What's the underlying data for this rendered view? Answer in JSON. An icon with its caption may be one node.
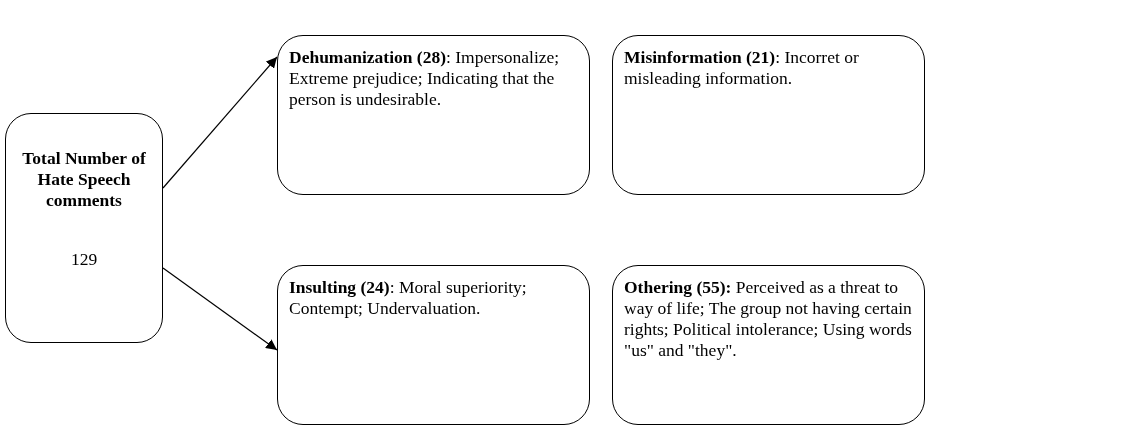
{
  "diagram": {
    "nodes": [
      {
        "text": [
          "Total Number of Hate Speech comments",
          "129"
        ]
      },
      {
        "text": [
          "**Dehumanization (28)**: Impersonalize; Extreme prejudice; Indicating that the person is undesirable."
        ]
      },
      {
        "text": [
          "**Misinformation (21)**: Incorret or misleading information."
        ]
      },
      {
        "text": [
          "**Insulting (24)**: Moral superiority; Contempt; Undervaluation."
        ]
      },
      {
        "text": [
          "**Othering (55):** Perceived as a threat to way of life; The group not having certain rights; Political intolerance; Using words \"us\" and \"they\"."
        ]
      }
    ],
    "edges": [
      {
        "from": 0,
        "to": 1,
        "arrow": "to"
      },
      {
        "from": 0,
        "to": 3,
        "arrow": "to"
      }
    ]
  }
}
